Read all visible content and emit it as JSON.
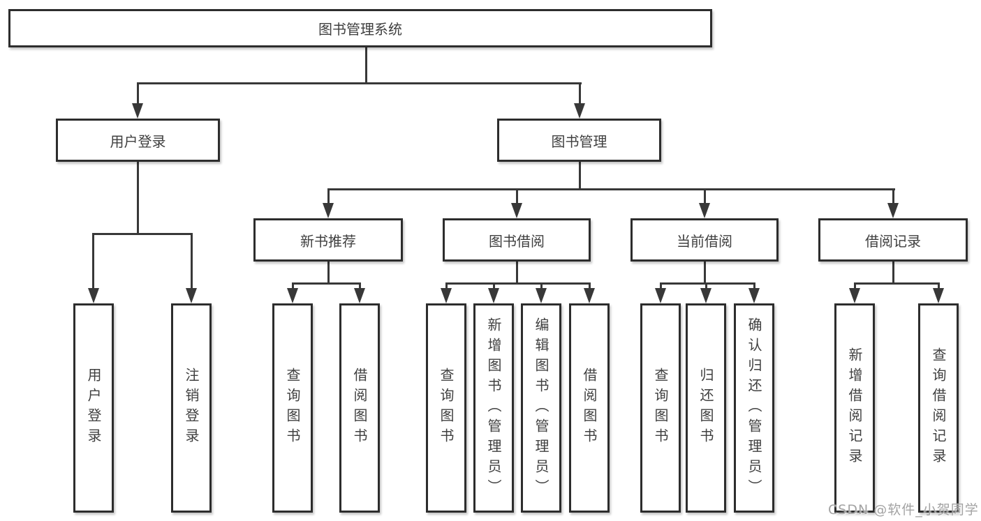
{
  "colors": {
    "line": "#383838",
    "box_border": "#2d2d2d",
    "text": "#3f3f3f",
    "watermark": "#a3a3a3"
  },
  "nodes": {
    "root": "图书管理系统",
    "user_login": "用户登录",
    "book_mgmt": "图书管理",
    "new_book": "新书推荐",
    "book_borrow": "图书借阅",
    "current_borrow": "当前借阅",
    "borrow_record": "借阅记录",
    "leaf_user_login": "用户登录",
    "leaf_logout": "注销登录",
    "leaf_nb_query": "查询图书",
    "leaf_nb_borrow": "借阅图书",
    "leaf_bb_query": "查询图书",
    "leaf_bb_add": "新增图书（管理员）",
    "leaf_bb_edit": "编辑图书（管理员）",
    "leaf_bb_borrow": "借阅图书",
    "leaf_cb_query": "查询图书",
    "leaf_cb_return": "归还图书",
    "leaf_cb_confirm": "确认归还（管理员）",
    "leaf_br_add": "新增借阅记录",
    "leaf_br_query": "查询借阅记录"
  },
  "watermark": "CSDN @软件_小贺同学"
}
